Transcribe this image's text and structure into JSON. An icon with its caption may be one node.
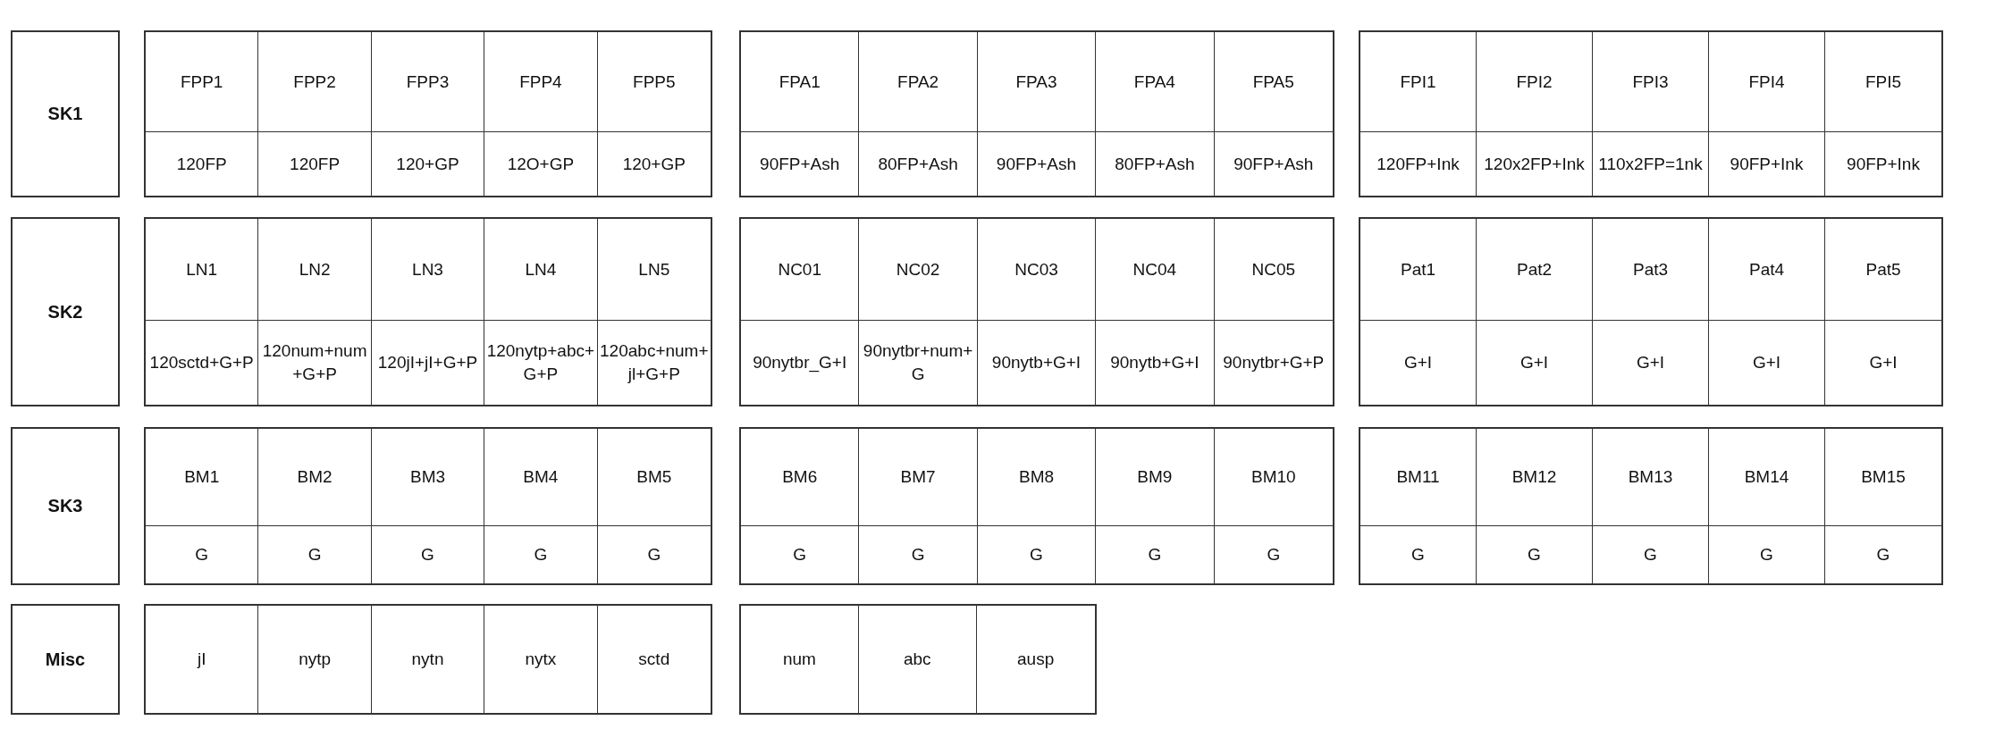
{
  "diagram": {
    "nodes": [
      {
        "text": [
          "SK1"
        ]
      },
      {
        "text": [
          "FPP1",
          "FPP2",
          "FPP3",
          "FPP4",
          "FPP5",
          "120FP",
          "120FP",
          "120+GP",
          "12O+GP",
          "120+GP"
        ]
      },
      {
        "text": [
          "FPA1",
          "FPA2",
          "FPA3",
          "FPA4",
          "FPA5",
          "90FP+Ash",
          "80FP+Ash",
          "90FP+Ash",
          "80FP+Ash",
          "90FP+Ash"
        ]
      },
      {
        "text": [
          "FPI1",
          "FPI2",
          "FPI3",
          "FPI4",
          "FPI5",
          "120FP+Ink",
          "120x2FP+Ink",
          "110x2FP=1nk",
          "90FP+Ink",
          "90FP+Ink"
        ]
      },
      {
        "text": [
          "SK2"
        ]
      },
      {
        "text": [
          "LN1",
          "LN2",
          "LN3",
          "LN4",
          "LN5",
          "120sctd+G+P",
          "120num+num+G+P",
          "120jI+jI+G+P",
          "120nytp+abc+G+P",
          "120abc+num+jl+G+P"
        ]
      },
      {
        "text": [
          "NC01",
          "NC02",
          "NC03",
          "NC04",
          "NC05",
          "90nytbr_G+I",
          "90nytbr+num+G",
          "90nytb+G+I",
          "90nytb+G+I",
          "90nytbr+G+P"
        ]
      },
      {
        "text": [
          "Pat1",
          "Pat2",
          "Pat3",
          "Pat4",
          "Pat5",
          "G+I",
          "G+I",
          "G+I",
          "G+I",
          "G+I"
        ]
      },
      {
        "text": [
          "SK3"
        ]
      },
      {
        "text": [
          "BM1",
          "BM2",
          "BM3",
          "BM4",
          "BM5",
          "G",
          "G",
          "G",
          "G",
          "G"
        ]
      },
      {
        "text": [
          "BM6",
          "BM7",
          "BM8",
          "BM9",
          "BM10",
          "G",
          "G",
          "G",
          "G",
          "G"
        ]
      },
      {
        "text": [
          "BM11",
          "BM12",
          "BM13",
          "BM14",
          "BM15",
          "G",
          "G",
          "G",
          "G",
          "G"
        ]
      },
      {
        "text": [
          "Misc"
        ]
      },
      {
        "text": [
          "jI",
          "nytp",
          "nytn",
          "nytx",
          "sctd"
        ]
      },
      {
        "text": [
          "num",
          "abc",
          "ausp"
        ]
      }
    ]
  }
}
